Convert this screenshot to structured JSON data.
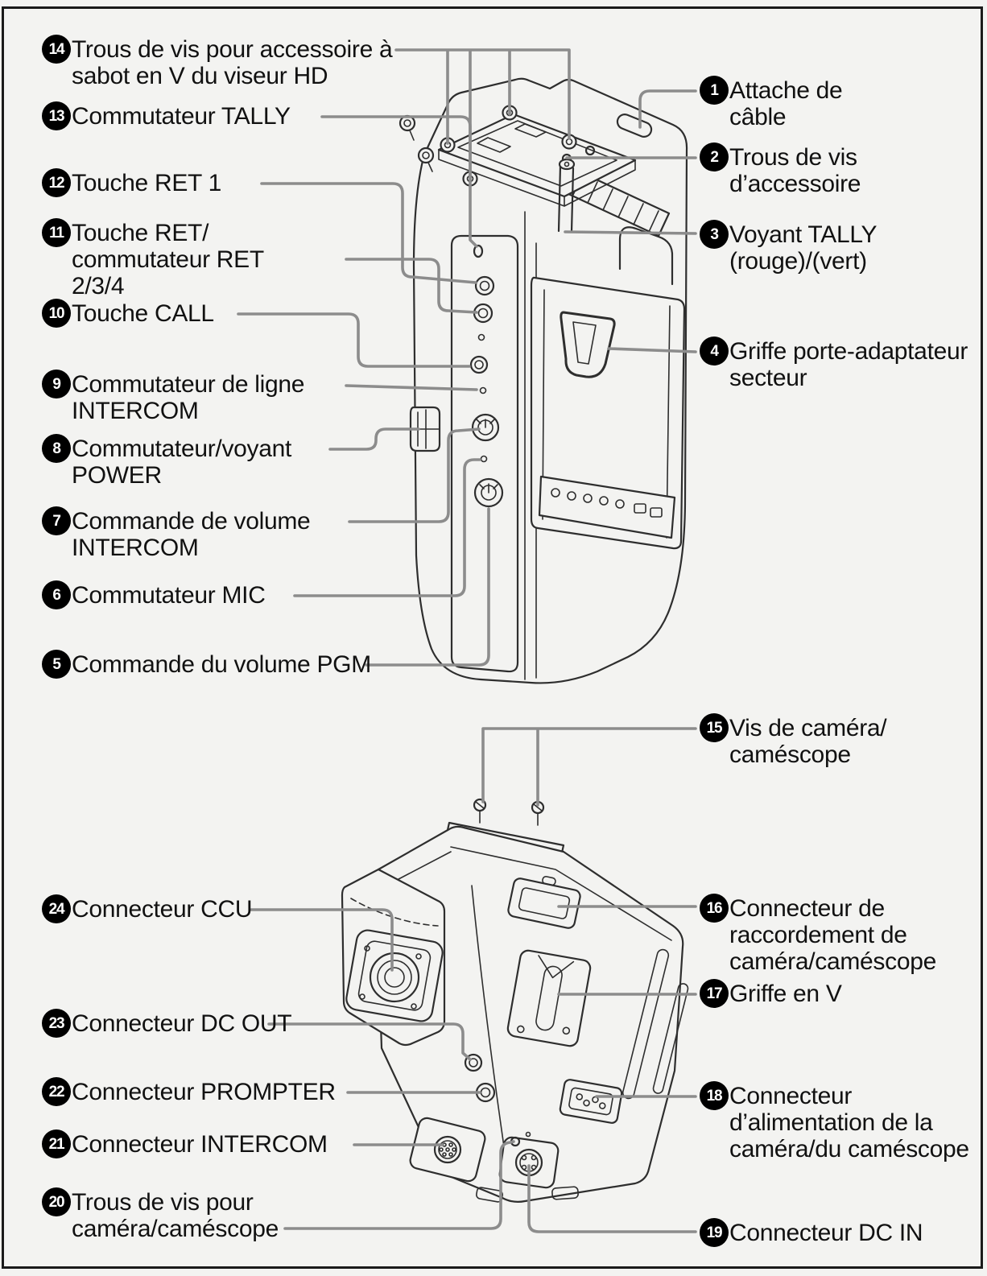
{
  "colors": {
    "paper": "#f3f3f1",
    "frame": "#1a1a1a",
    "text": "#111111",
    "leader_line": "#8c8c8c",
    "drawing_line": "#2e2e2e",
    "bullet_background": "#000000",
    "bullet_number": "#ffffff"
  },
  "labels": {
    "l1": {
      "num": "1",
      "text": "Attache de\ncâble"
    },
    "l2": {
      "num": "2",
      "text": "Trous de vis\nd’accessoire"
    },
    "l3": {
      "num": "3",
      "text": "Voyant TALLY\n(rouge)/(vert)"
    },
    "l4": {
      "num": "4",
      "text": "Griffe porte-adaptateur\nsecteur"
    },
    "l5": {
      "num": "5",
      "text": "Commande du volume PGM"
    },
    "l6": {
      "num": "6",
      "text": "Commutateur MIC"
    },
    "l7": {
      "num": "7",
      "text": "Commande de volume\nINTERCOM"
    },
    "l8": {
      "num": "8",
      "text": "Commutateur/voyant\nPOWER"
    },
    "l9": {
      "num": "9",
      "text": "Commutateur de ligne\nINTERCOM"
    },
    "l10": {
      "num": "10",
      "text": "Touche CALL"
    },
    "l11": {
      "num": "11",
      "text": "Touche RET/\ncommutateur RET\n2/3/4"
    },
    "l12": {
      "num": "12",
      "text": "Touche RET 1"
    },
    "l13": {
      "num": "13",
      "text": "Commutateur TALLY"
    },
    "l14": {
      "num": "14",
      "text": "Trous de vis pour accessoire à\nsabot en V du viseur HD"
    },
    "l15": {
      "num": "15",
      "text": "Vis de caméra/\ncaméscope"
    },
    "l16": {
      "num": "16",
      "text": "Connecteur de\nraccordement de\ncaméra/caméscope"
    },
    "l17": {
      "num": "17",
      "text": "Griffe en V"
    },
    "l18": {
      "num": "18",
      "text": "Connecteur\nd’alimentation de la\ncaméra/du caméscope"
    },
    "l19": {
      "num": "19",
      "text": "Connecteur DC IN"
    },
    "l20": {
      "num": "20",
      "text": "Trous de vis pour\ncaméra/caméscope"
    },
    "l21": {
      "num": "21",
      "text": "Connecteur INTERCOM"
    },
    "l22": {
      "num": "22",
      "text": "Connecteur PROMPTER"
    },
    "l23": {
      "num": "23",
      "text": "Connecteur DC OUT"
    },
    "l24": {
      "num": "24",
      "text": "Connecteur CCU"
    }
  }
}
